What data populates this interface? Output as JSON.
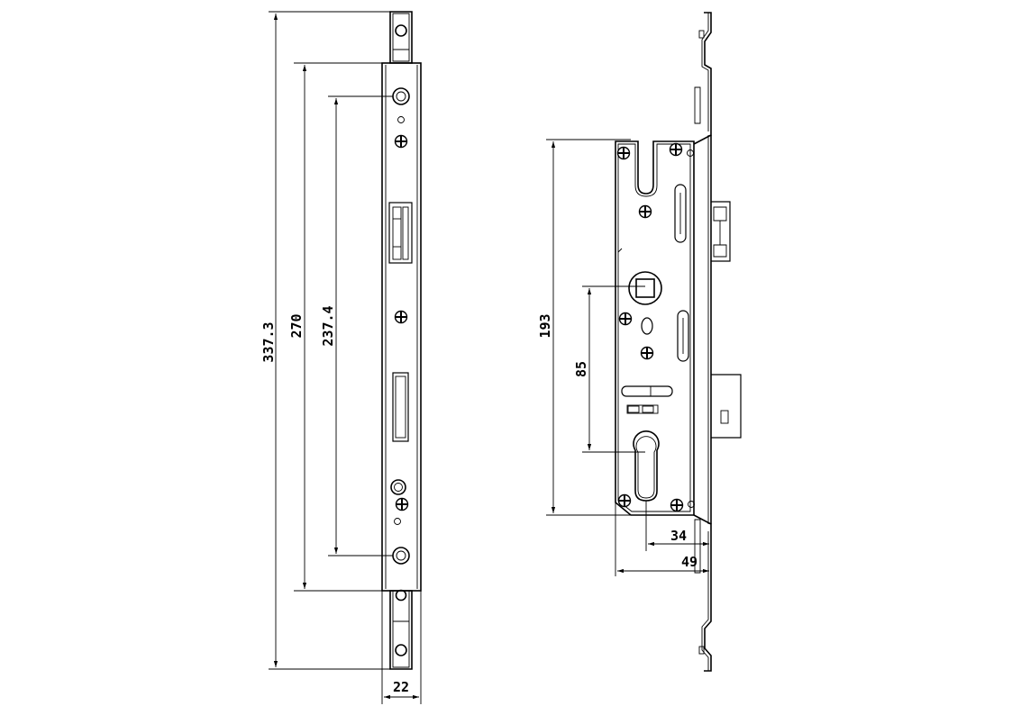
{
  "drawing": {
    "front_view": {
      "dimensions": {
        "overall_length": "337.3",
        "length_inner": "270",
        "hole_pitch": "237.4",
        "faceplate_width": "22"
      }
    },
    "side_view": {
      "dimensions": {
        "total_case_height": "193",
        "centre_distance": "85",
        "backset": "34",
        "case_depth": "49"
      }
    }
  }
}
